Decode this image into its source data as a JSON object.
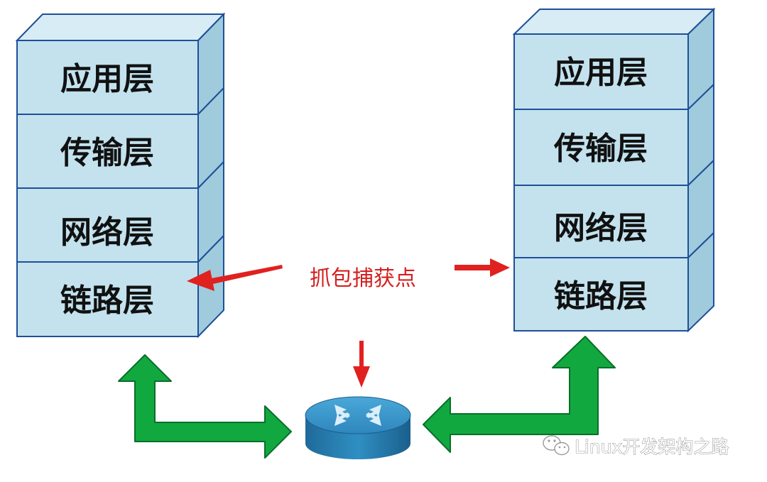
{
  "left_stack": {
    "layers": [
      "应用层",
      "传输层",
      "网络层",
      "链路层"
    ]
  },
  "right_stack": {
    "layers": [
      "应用层",
      "传输层",
      "网络层",
      "链路层"
    ]
  },
  "capture_point": {
    "label": "抓包捕获点"
  },
  "watermark": {
    "text": "Linux开发架构之路",
    "icon": "wechat-icon"
  },
  "colors": {
    "layer_front": "#c3e2ee",
    "layer_top": "#d7ecf4",
    "layer_side": "#9fcbdc",
    "layer_border": "#1f4f99",
    "flow_arrow": "#11a93f",
    "flow_arrow_border": "#0a6e2a",
    "capture_arrow": "#e0211f",
    "router_body": "#2f8fc2"
  }
}
